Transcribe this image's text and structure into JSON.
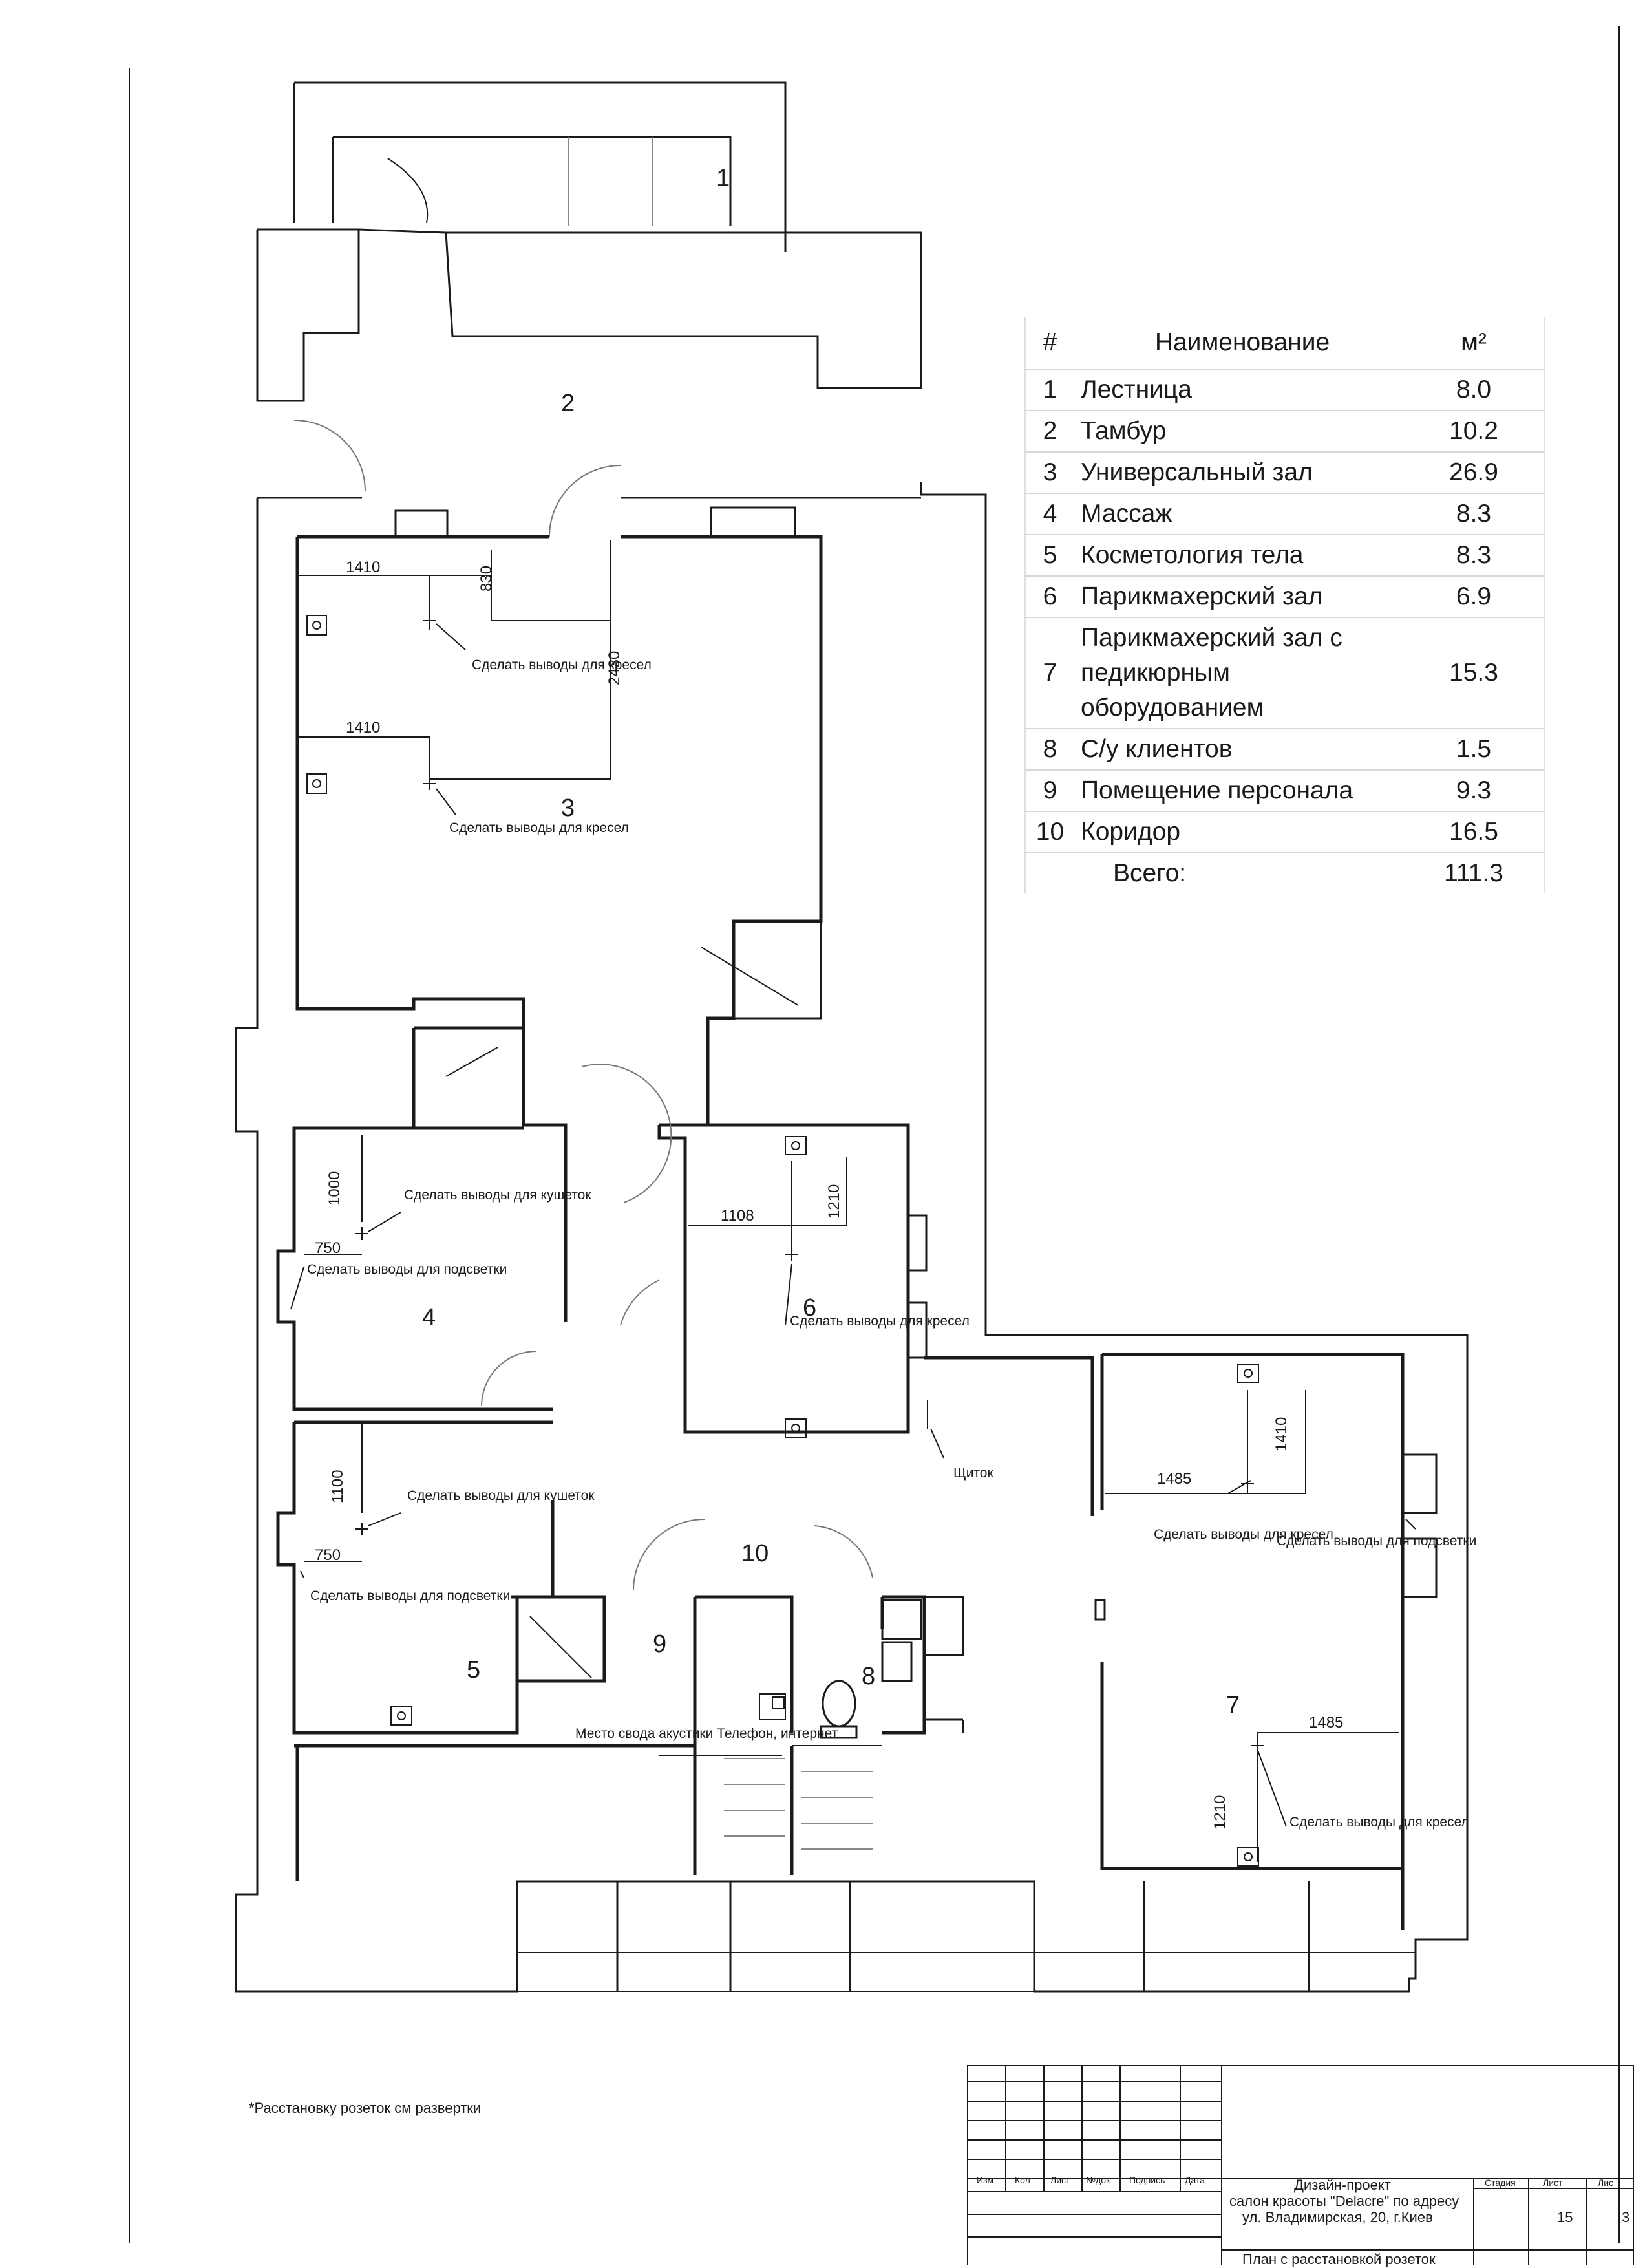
{
  "rooms_table": {
    "headers": {
      "num": "#",
      "name": "Наименование",
      "area": "м²"
    },
    "rows": [
      {
        "num": "1",
        "name": "Лестница",
        "area": "8.0"
      },
      {
        "num": "2",
        "name": "Тамбур",
        "area": "10.2"
      },
      {
        "num": "3",
        "name": "Универсальный зал",
        "area": "26.9"
      },
      {
        "num": "4",
        "name": "Массаж",
        "area": "8.3"
      },
      {
        "num": "5",
        "name": "Косметология тела",
        "area": "8.3"
      },
      {
        "num": "6",
        "name": "Парикмахерский зал",
        "area": "6.9"
      },
      {
        "num": "7",
        "name": "Парикмахерский зал с педикюрным оборудованием",
        "area": "15.3"
      },
      {
        "num": "8",
        "name": "С/у клиентов",
        "area": "1.5"
      },
      {
        "num": "9",
        "name": "Помещение персонала",
        "area": "9.3"
      },
      {
        "num": "10",
        "name": "Коридор",
        "area": "16.5"
      }
    ],
    "total_label": "Всего:",
    "total_value": "111.3"
  },
  "room_labels": [
    "1",
    "2",
    "3",
    "4",
    "5",
    "6",
    "7",
    "8",
    "9",
    "10"
  ],
  "dimensions": {
    "r3_a": "1410",
    "r3_b": "830",
    "r3_c": "2430",
    "r3_d": "1410",
    "r4_a": "1000",
    "r4_b": "750",
    "r5_a": "1100",
    "r5_b": "750",
    "r6_a": "1108",
    "r6_b": "1210",
    "r7_a": "1410",
    "r7_b": "1485",
    "r7_c": "1485",
    "r7_d": "1210"
  },
  "notes": {
    "chairs": "Сделать выводы для кресел",
    "couches": "Сделать выводы для кушеток",
    "lighting": "Сделать выводы для подсветки",
    "panel": "Щиток",
    "acoustics": "Место свода акустики Телефон, интернет",
    "footnote": "*Расстановку розеток см развертки"
  },
  "title_block": {
    "cols": [
      "Изм",
      "Кол",
      "Лист",
      "№док",
      "Подпись",
      "Дата"
    ],
    "project_line1": "Дизайн-проект",
    "project_line2": "салон красоты \"Delacre\" по адресу",
    "project_line3": "ул. Владимирская, 20, г.Киев",
    "sheet_title": "План с расстановкой розеток",
    "stage_label": "Стадия",
    "sheet_label": "Лист",
    "sheets_label": "Лис",
    "sheet_number": "15",
    "sheets_total": "3"
  }
}
